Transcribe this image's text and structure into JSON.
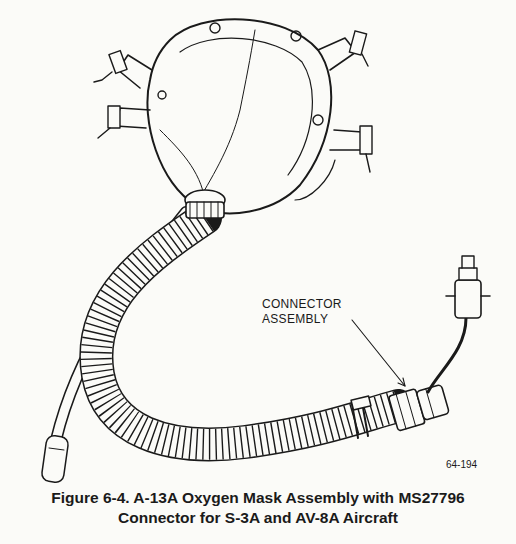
{
  "diagram": {
    "caption": "Figure 6-4. A-13A Oxygen Mask Assembly with MS27796 Connector for S-3A and AV-8A Aircraft",
    "labels": [
      "CONNECTOR ASSEMBLY",
      "64-194"
    ]
  }
}
